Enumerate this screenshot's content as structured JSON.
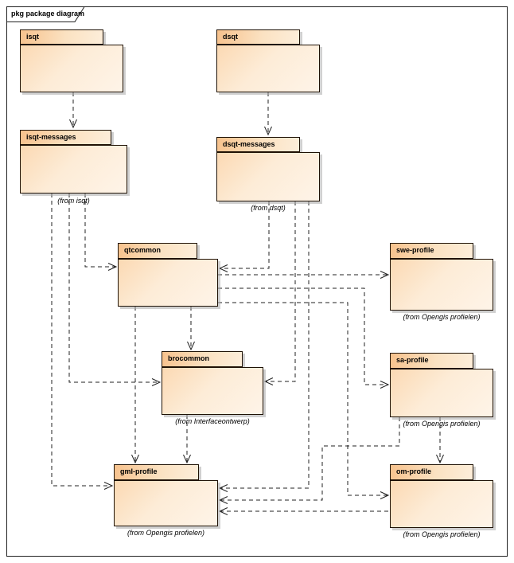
{
  "frame": {
    "title": "pkg package diagram"
  },
  "colors": {
    "background": "#ffffff",
    "package_fill_dark": "#f7c28d",
    "package_fill_light": "#fef4e8",
    "border": "#1f1205",
    "shadow": "#aaaaaa",
    "edge": "#222222"
  },
  "packages": [
    {
      "id": "isqt",
      "label": "isqt",
      "caption": ""
    },
    {
      "id": "dsqt",
      "label": "dsqt",
      "caption": ""
    },
    {
      "id": "isqt-messages",
      "label": "isqt-messages",
      "caption": "(from isqt)"
    },
    {
      "id": "dsqt-messages",
      "label": "dsqt-messages",
      "caption": "(from dsqt)"
    },
    {
      "id": "qtcommon",
      "label": "qtcommon",
      "caption": ""
    },
    {
      "id": "swe-profile",
      "label": "swe-profile",
      "caption": "(from Opengis profielen)"
    },
    {
      "id": "brocommon",
      "label": "brocommon",
      "caption": "(from Interfaceontwerp)"
    },
    {
      "id": "sa-profile",
      "label": "sa-profile",
      "caption": "(from Opengis profielen)"
    },
    {
      "id": "gml-profile",
      "label": "gml-profile",
      "caption": "(from Opengis profielen)"
    },
    {
      "id": "om-profile",
      "label": "om-profile",
      "caption": "(from Opengis profielen)"
    }
  ],
  "dependencies": [
    {
      "from": "isqt",
      "to": "isqt-messages"
    },
    {
      "from": "dsqt",
      "to": "dsqt-messages"
    },
    {
      "from": "isqt-messages",
      "to": "qtcommon"
    },
    {
      "from": "dsqt-messages",
      "to": "qtcommon"
    },
    {
      "from": "isqt-messages",
      "to": "brocommon"
    },
    {
      "from": "dsqt-messages",
      "to": "brocommon"
    },
    {
      "from": "isqt-messages",
      "to": "gml-profile"
    },
    {
      "from": "dsqt-messages",
      "to": "gml-profile"
    },
    {
      "from": "qtcommon",
      "to": "swe-profile"
    },
    {
      "from": "qtcommon",
      "to": "sa-profile"
    },
    {
      "from": "qtcommon",
      "to": "om-profile"
    },
    {
      "from": "qtcommon",
      "to": "brocommon"
    },
    {
      "from": "qtcommon",
      "to": "gml-profile"
    },
    {
      "from": "brocommon",
      "to": "gml-profile"
    },
    {
      "from": "sa-profile",
      "to": "gml-profile"
    },
    {
      "from": "sa-profile",
      "to": "om-profile"
    },
    {
      "from": "om-profile",
      "to": "gml-profile"
    }
  ]
}
